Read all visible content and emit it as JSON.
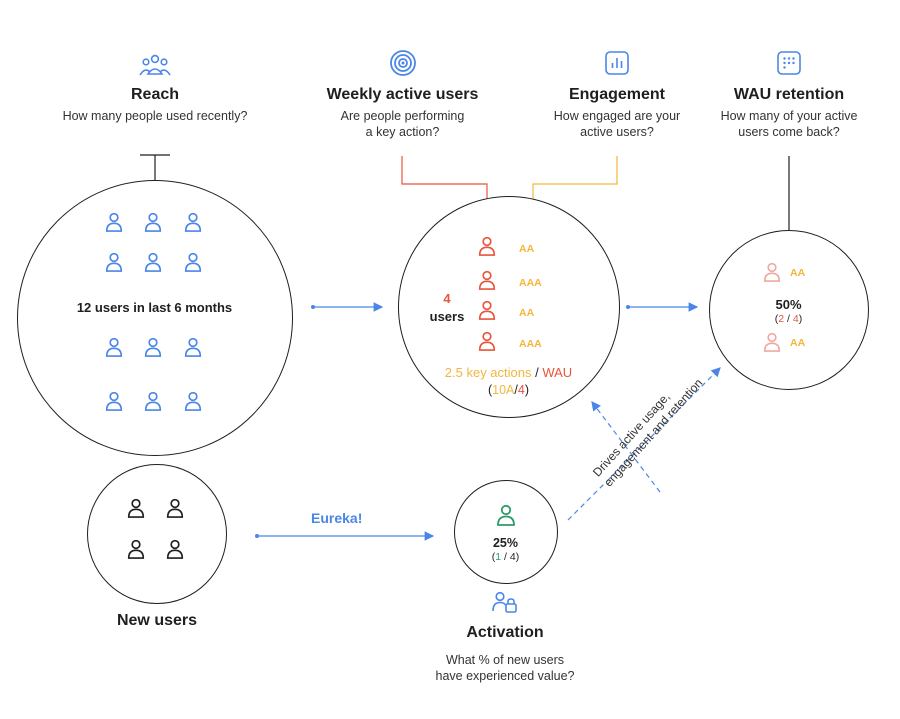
{
  "colors": {
    "blue": "#4a86e8",
    "red": "#e8553d",
    "yellow": "#f2b63c",
    "pink": "#f0a9a0",
    "green": "#2e9c6a",
    "dark": "#1f1f1f"
  },
  "reach": {
    "icon": "users-group-icon",
    "title": "Reach",
    "subtitle": "How many people used recently?",
    "circle_label": "12 users in last 6 months",
    "user_count": 12
  },
  "wau": {
    "icon": "target-icon",
    "title": "Weekly active users",
    "subtitle_line1": "Are people performing",
    "subtitle_line2": "a key action?",
    "count": "4",
    "count_label": "users",
    "actions_value": "2.5 key actions",
    "actions_sep": " / ",
    "actions_unit": "WAU",
    "formula_open": "(",
    "formula_num": "10A",
    "formula_slash": "/",
    "formula_den": "4",
    "formula_close": ")",
    "actions": [
      "AA",
      "AAA",
      "AA",
      "AAA"
    ]
  },
  "engagement": {
    "icon": "bar-chart-icon",
    "title": "Engagement",
    "subtitle_line1": "How engaged are your",
    "subtitle_line2": "active users?"
  },
  "retention": {
    "icon": "grid-dots-icon",
    "title": "WAU retention",
    "subtitle_line1": "How many of your active",
    "subtitle_line2": "users come back?",
    "percent": "50%",
    "frac_open": "(",
    "frac_num": "2",
    "frac_slash": " / ",
    "frac_den": "4",
    "frac_close": ")",
    "actions": [
      "AA",
      "AA"
    ]
  },
  "new_users": {
    "title": "New users",
    "user_count": 4
  },
  "activation": {
    "icon": "user-check-icon",
    "title": "Activation",
    "subtitle_line1": "What % of new users",
    "subtitle_line2": "have experienced value?",
    "percent": "25%",
    "frac_open": "(",
    "frac_num": "1",
    "frac_slash": " / ",
    "frac_den": "4",
    "frac_close": ")"
  },
  "eureka_label": "Eureka!",
  "drives_line1": "Drives active usage,",
  "drives_line2": "engagement and retention"
}
